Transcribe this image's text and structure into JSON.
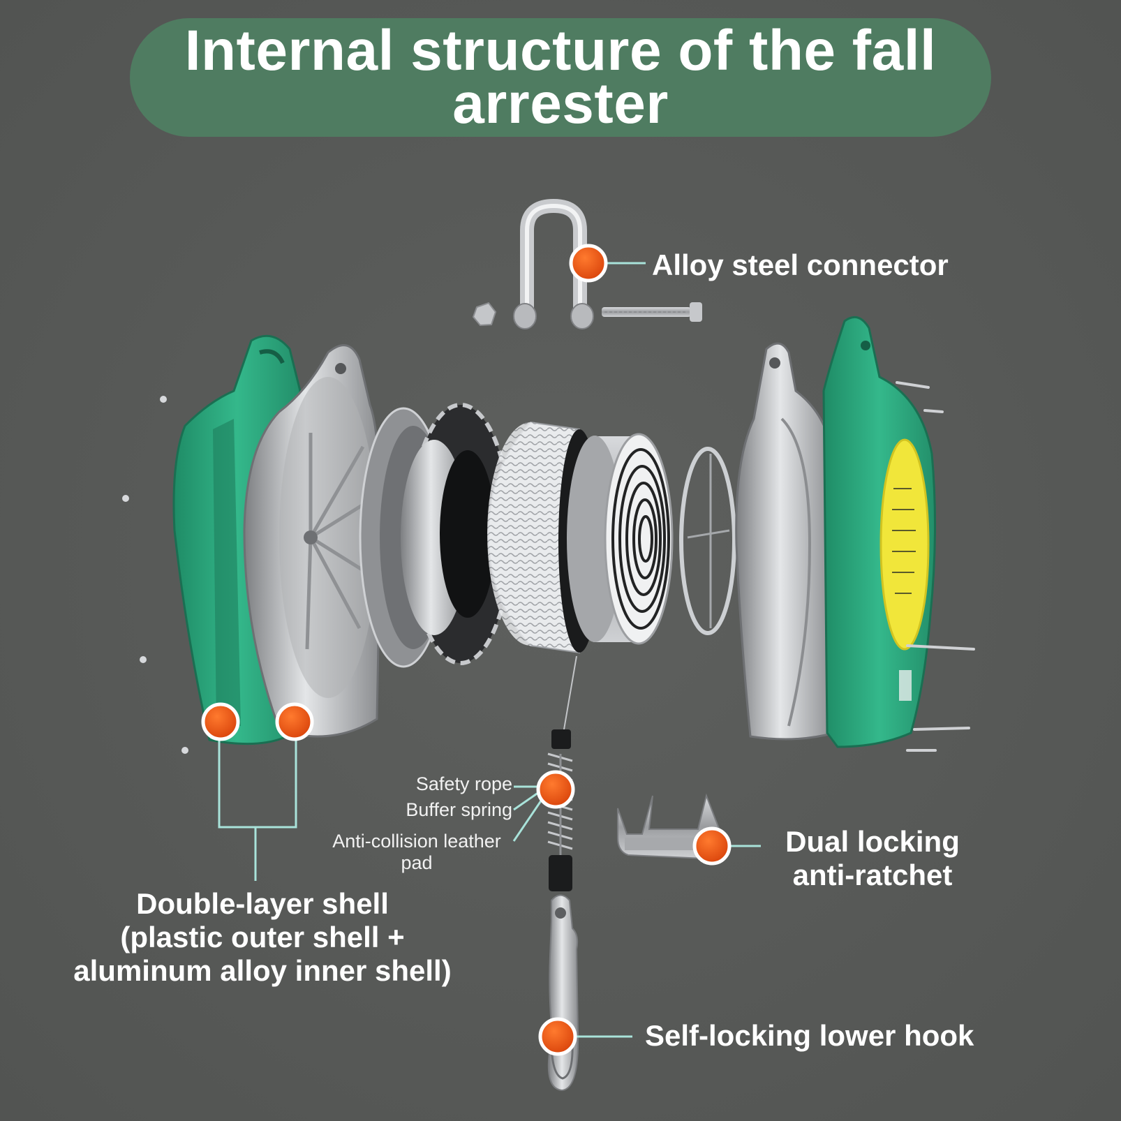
{
  "title": "Internal structure of the fall arrester",
  "labels": {
    "connector": "Alloy steel connector",
    "shell_line1": "Double-layer shell",
    "shell_line2": "(plastic outer shell +",
    "shell_line3": "aluminum alloy inner shell)",
    "safety_rope": "Safety rope",
    "buffer_spring": "Buffer spring",
    "pad_line1": "Anti-collision leather",
    "pad_line2": "pad",
    "ratchet_line1": "Dual locking",
    "ratchet_line2": "anti-ratchet",
    "hook": "Self-locking lower hook"
  },
  "colors": {
    "background": "#575957",
    "title_pill": "#4f7c61",
    "shell_green": "#2fae84",
    "marker_orange": "#e8510f",
    "leader_line": "#a9e3da",
    "label_yellow": "#f1e63a"
  }
}
